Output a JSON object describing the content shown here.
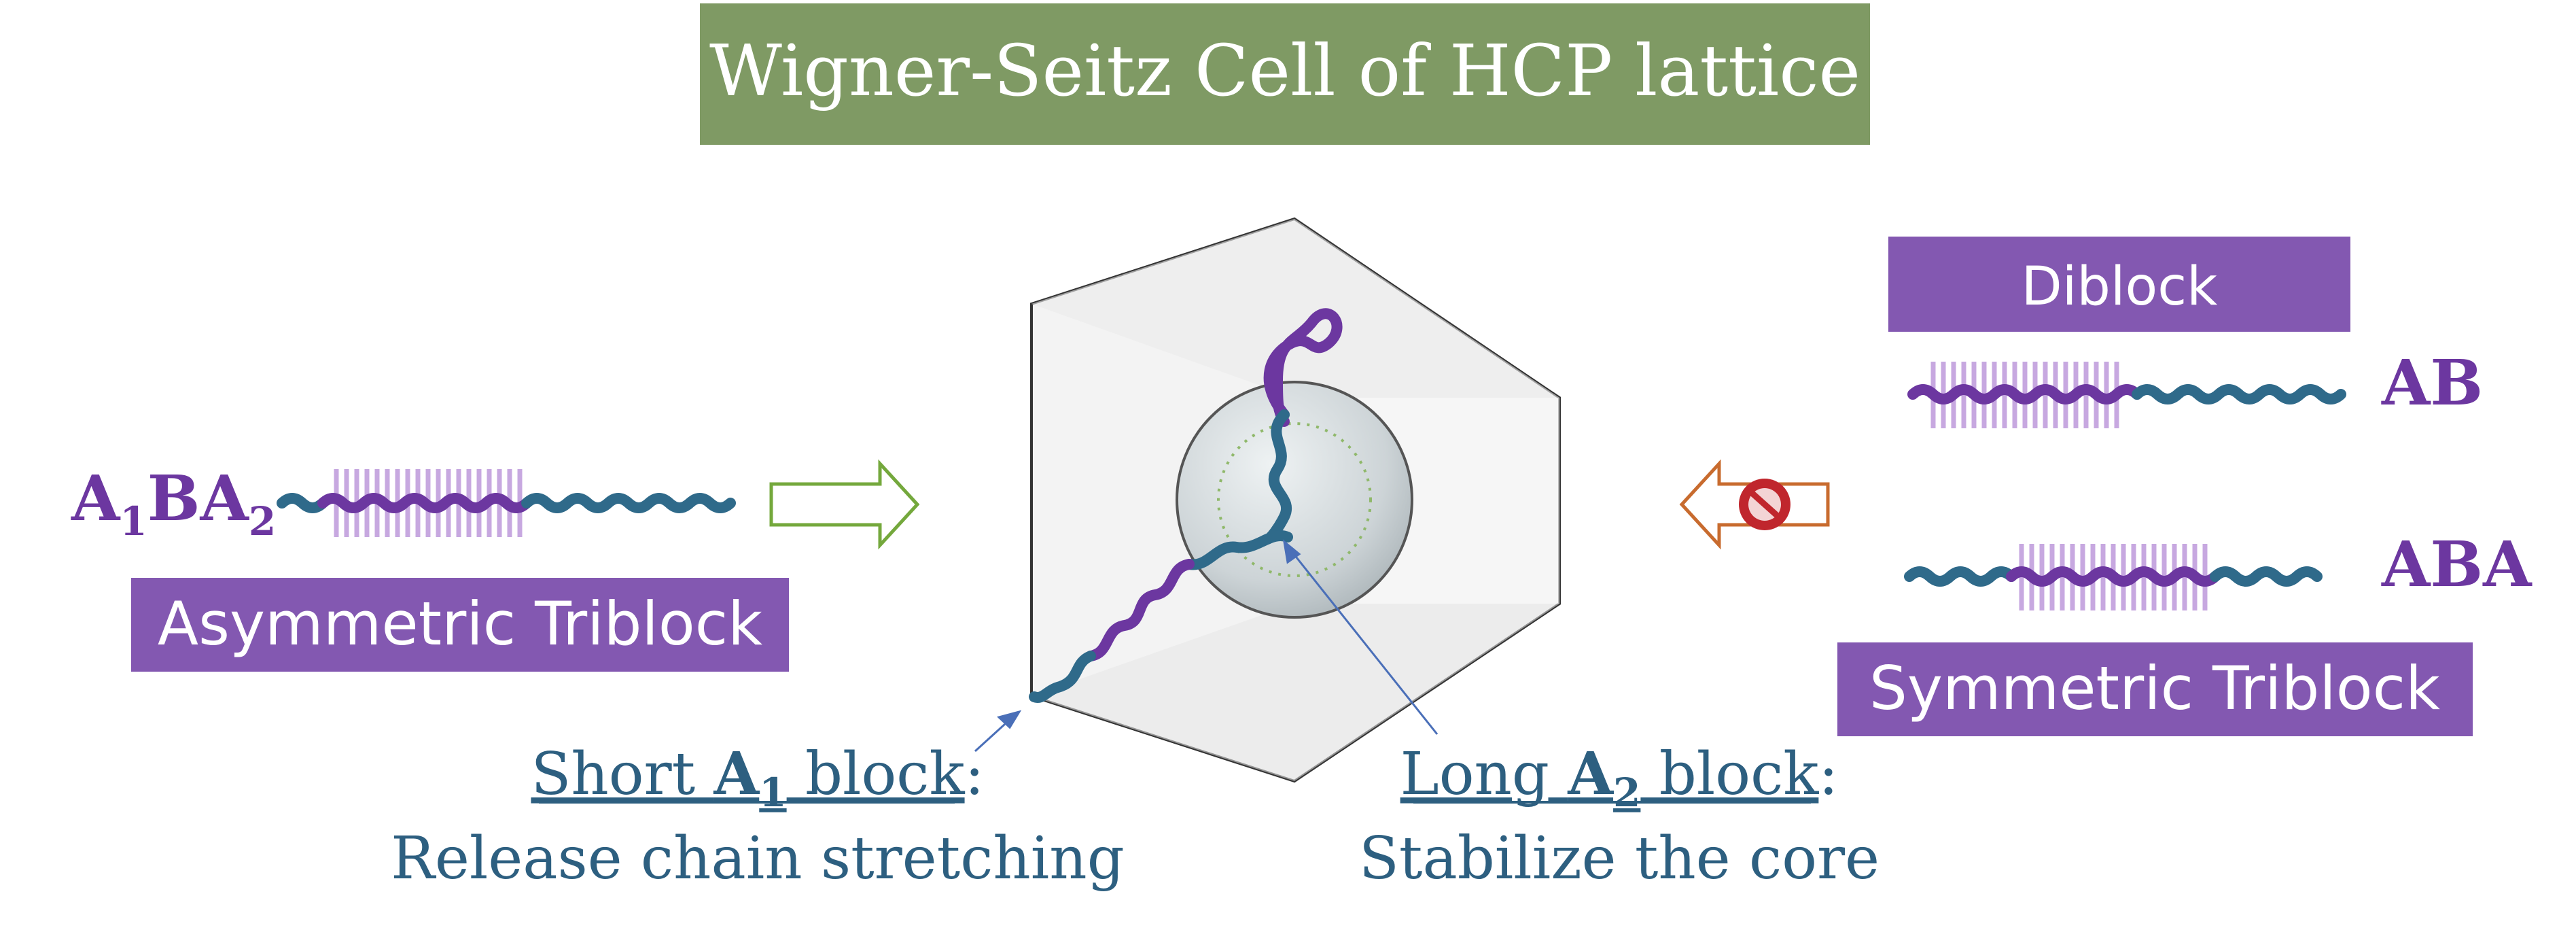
{
  "title": "Wigner-Seitz Cell of HCP lattice",
  "left": {
    "formula_a1": "A",
    "formula_a1_sub": "1",
    "formula_b": "B",
    "formula_a2": "A",
    "formula_a2_sub": "2",
    "label": "Asymmetric Triblock"
  },
  "right": {
    "header": "Diblock",
    "ab_label": "AB",
    "aba_label": "ABA",
    "label": "Symmetric Triblock"
  },
  "annotations": {
    "short_prefix": "Short ",
    "short_block_letter": "A",
    "short_block_sub": "1",
    "short_suffix": " block",
    "short_colon": ":",
    "short_desc": "Release chain stretching",
    "long_prefix": "Long ",
    "long_block_letter": "A",
    "long_block_sub": "2",
    "long_suffix": " block",
    "long_colon": ":",
    "long_desc": "Stabilize the core"
  },
  "icons": {
    "left_arrow": "hollow-arrow-right-icon",
    "right_arrow": "hollow-arrow-left-icon",
    "prohibited": "prohibited-icon"
  },
  "colors": {
    "title_bg": "#7f9a64",
    "label_bg": "#8358b1",
    "purple_chain": "#6c37a0",
    "blue_chain": "#2f6a8a",
    "brush": "#c7a8e0",
    "text_blue": "#2d5f80",
    "green_arrow": "#74a83c",
    "orange_arrow": "#c86b2e",
    "prohibited_red": "#c0262d"
  }
}
